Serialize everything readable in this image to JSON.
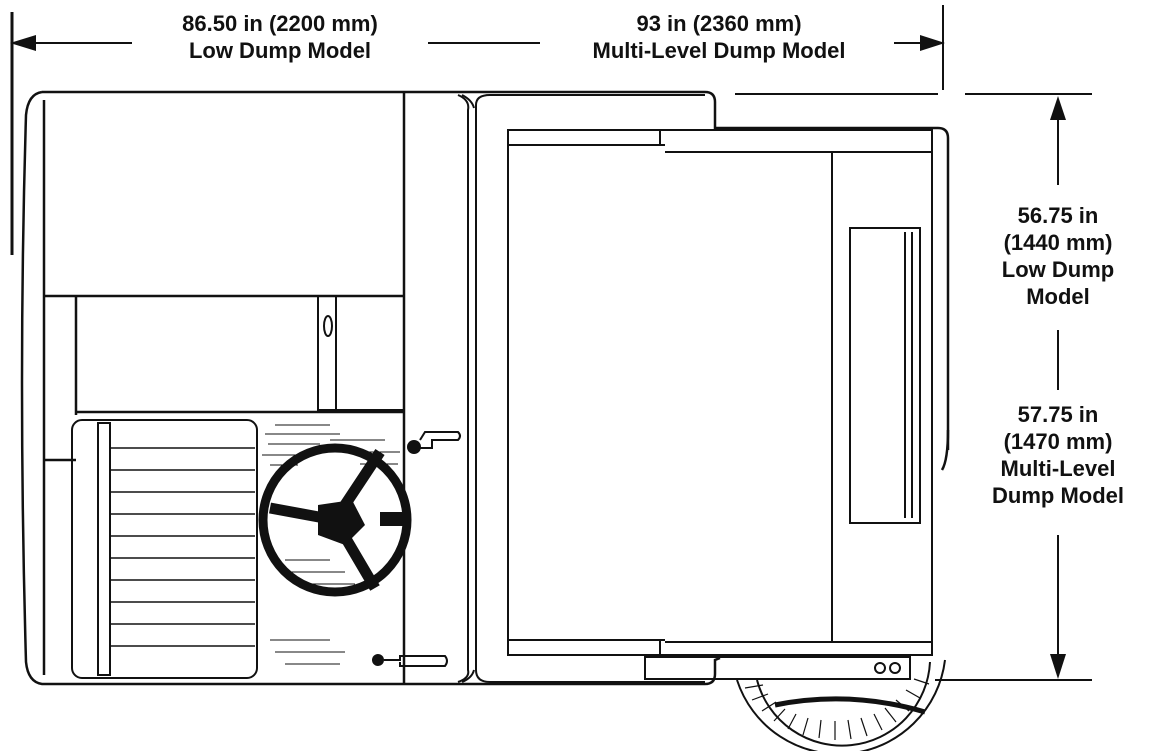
{
  "dimensions": {
    "length_low": {
      "value": "86.50 in (2200 mm)",
      "model": "Low Dump Model"
    },
    "length_multi": {
      "value": "93 in (2360 mm)",
      "model": "Multi-Level Dump Model"
    },
    "width_low": {
      "line1": "56.75 in",
      "line2": "(1440 mm)",
      "line3": "Low Dump",
      "line4": "Model"
    },
    "width_multi": {
      "line1": "57.75 in",
      "line2": "(1470 mm)",
      "line3": "Multi-Level",
      "line4": "Dump Model"
    }
  },
  "colors": {
    "ink": "#111111",
    "background": "#ffffff"
  }
}
